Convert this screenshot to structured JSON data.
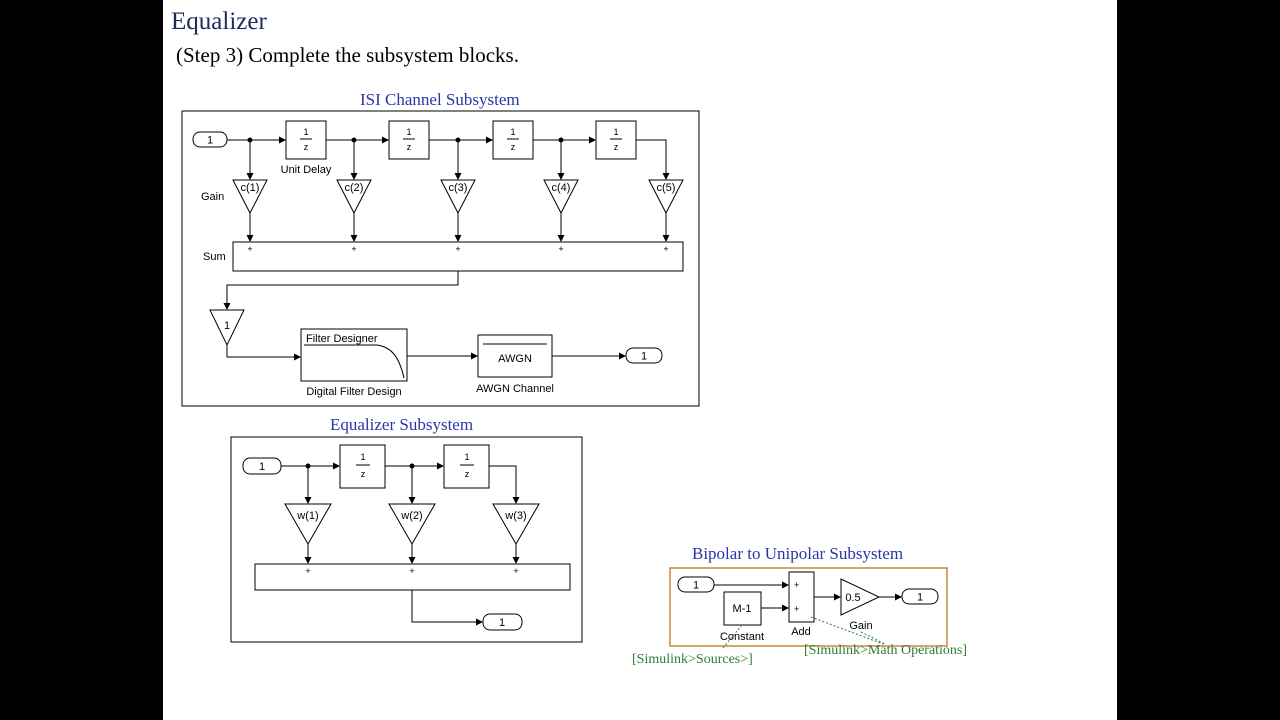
{
  "title": "Equalizer",
  "subtitle": "(Step 3) Complete the subsystem blocks.",
  "isi": {
    "title": "ISI Channel Subsystem",
    "in_port": "1",
    "delay": "1",
    "delay_den": "z",
    "unit_delay_label": "Unit Delay",
    "gain_label": "Gain",
    "gains": [
      "c(1)",
      "c(2)",
      "c(3)",
      "c(4)",
      "c(5)"
    ],
    "sum_label": "Sum",
    "plus": "+",
    "gain1": "1",
    "filter_block": "Filter Designer",
    "filter_label": "Digital Filter Design",
    "awgn_block": "AWGN",
    "awgn_label": "AWGN Channel",
    "out_port": "1"
  },
  "equalizer": {
    "title": "Equalizer Subsystem",
    "in_port": "1",
    "gains": [
      "w(1)",
      "w(2)",
      "w(3)"
    ],
    "out_port": "1"
  },
  "bipolar": {
    "title": "Bipolar to Unipolar Subsystem",
    "in_port": "1",
    "constant": "M-1",
    "constant_label": "Constant",
    "add_label": "Add",
    "gain": "0.5",
    "gain_label": "Gain",
    "out_port": "1",
    "lib_sources": "[Simulink>Sources>]",
    "lib_math": "[Simulink>Math Operations]"
  }
}
